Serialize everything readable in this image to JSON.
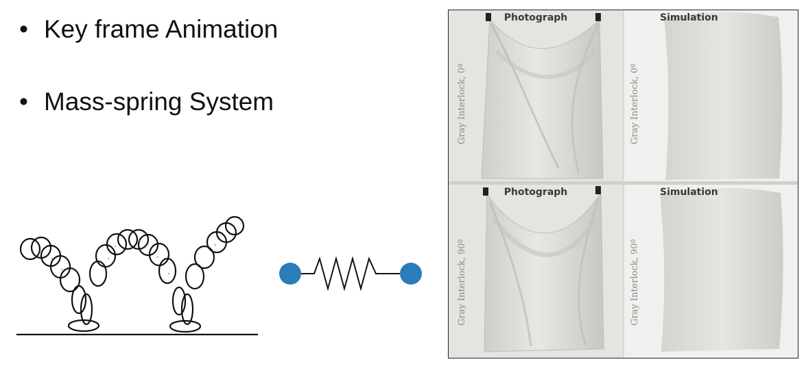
{
  "bullets": [
    {
      "marker": "•",
      "text": "Key frame Animation"
    },
    {
      "marker": "•",
      "text": "Mass-spring System"
    }
  ],
  "colors": {
    "spring_mass": "#2a7db8",
    "line": "#111111",
    "fabric_photo": "#dcdcd6",
    "fabric_sim": "#e2e2de"
  },
  "panel": {
    "cells": [
      {
        "title": "Photograph",
        "side_label": "Gray Interlock, 0º"
      },
      {
        "title": "Simulation",
        "side_label": "Gray Interlock, 0º"
      },
      {
        "title": "Photograph",
        "side_label": "Gray Interlock, 90º"
      },
      {
        "title": "Simulation",
        "side_label": "Gray Interlock, 90º"
      }
    ]
  }
}
